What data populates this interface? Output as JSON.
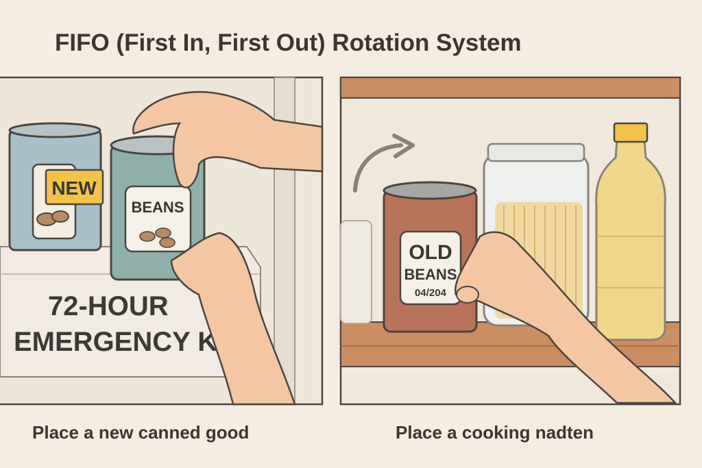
{
  "title": "FIFO (First In, First Out) Rotation System",
  "left_panel": {
    "kit_line1": "72-HOUR",
    "kit_line2": "EMERGENCY K",
    "new_tag": "NEW",
    "can_label": "BEANS",
    "caption": "Place a new canned good"
  },
  "right_panel": {
    "can_line1": "OLD",
    "can_line2": "BEANS",
    "can_date": "04/204",
    "caption": "Place a cooking nadten"
  },
  "colors": {
    "background": "#f6ede2",
    "skin": "#f4c7a2",
    "wood": "#c98e62",
    "teal_can": "#8fb0aa",
    "old_can": "#b87458",
    "tag": "#f2c24a",
    "oil": "#f1d58a"
  }
}
